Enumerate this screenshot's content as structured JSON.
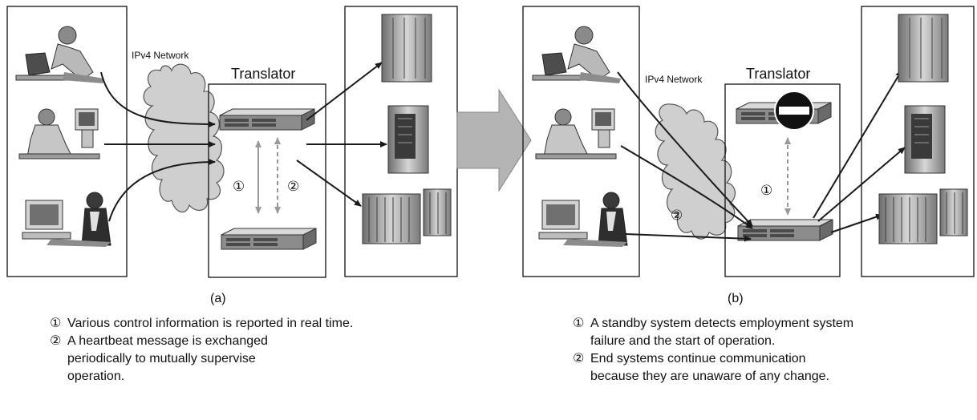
{
  "panel_a": {
    "label": "(a)",
    "network_label": "IPv4 Network",
    "translator_title": "Translator",
    "markers": [
      "①",
      "②"
    ],
    "notes": [
      {
        "num": "①",
        "text": "Various control information is reported in real time."
      },
      {
        "num": "②",
        "text": "A heartbeat message is exchanged periodically to mutually supervise operation."
      }
    ]
  },
  "panel_b": {
    "label": "(b)",
    "network_label": "IPv4 Network",
    "translator_title": "Translator",
    "markers": [
      "①",
      "②"
    ],
    "notes": [
      {
        "num": "①",
        "text": "A standby system detects employment system failure and the start of operation."
      },
      {
        "num": "②",
        "text": "End systems continue communication because they are unaware of any change."
      }
    ]
  },
  "icons": {
    "users": [
      "user-laptop-icon",
      "user-desktop-icon",
      "user-workstation-icon"
    ],
    "servers": [
      "server-tower-icon",
      "server-cabinet-icon",
      "server-cluster-icon"
    ],
    "translator_units": [
      "rack-server-icon"
    ],
    "failure": "stop-sign-icon",
    "transition": "right-arrow-icon"
  },
  "colors": {
    "cloud_fill": "#cfcfcf",
    "cloud_stroke": "#555555",
    "arrow_dark": "#1a1a1a",
    "arrow_gray": "#999999",
    "big_arrow": "#b4b4b4"
  }
}
